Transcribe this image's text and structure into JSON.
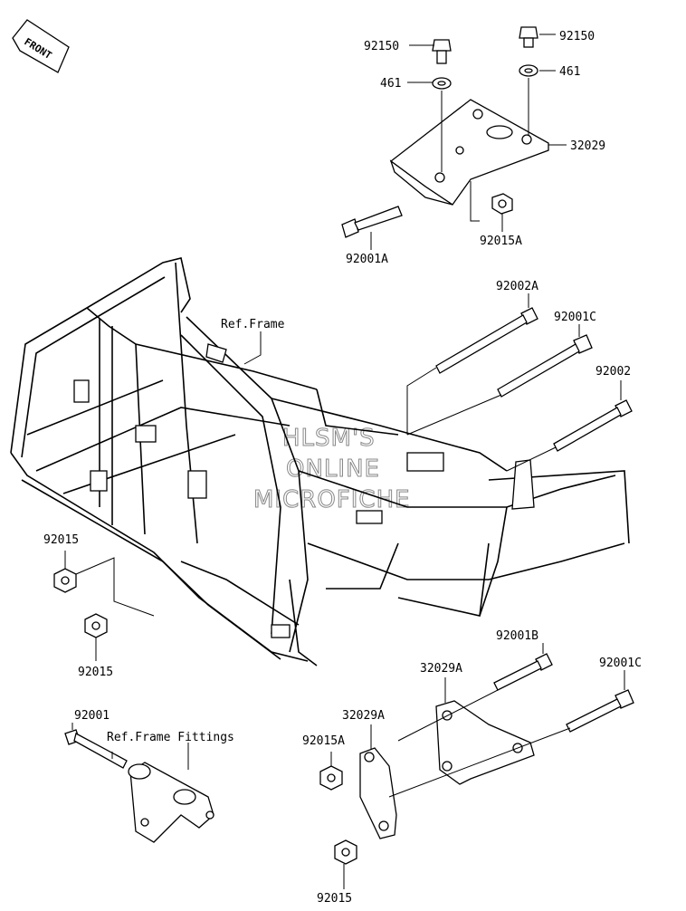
{
  "front_badge": "FRONT",
  "watermark": [
    "HLSM'S",
    "ONLINE",
    "MICROFICHE"
  ],
  "labels": {
    "p92150_left": "92150",
    "p92150_right": "92150",
    "p461_left": "461",
    "p461_right": "461",
    "p32029": "32029",
    "p92001A": "92001A",
    "p92015A_top": "92015A",
    "p92002A": "92002A",
    "p92001C_top": "92001C",
    "p92002": "92002",
    "ref_frame": "Ref.Frame",
    "p92015_left_top": "92015",
    "p92015_left_bottom": "92015",
    "p92001B": "92001B",
    "p32029A_right": "32029A",
    "p92001C_bottom": "92001C",
    "p92001": "92001",
    "ref_frame_fittings": "Ref.Frame Fittings",
    "p32029A_left": "32029A",
    "p92015A_bottom": "92015A",
    "p92015_bottom": "92015"
  }
}
